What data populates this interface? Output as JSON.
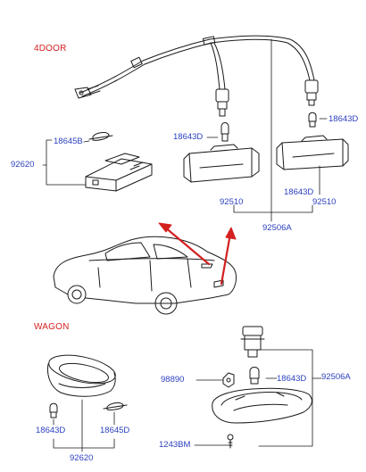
{
  "sections": {
    "four_door": "4DOOR",
    "wagon": "WAGON"
  },
  "callouts": {
    "top_18645B": "18645B",
    "top_92620": "92620",
    "top_18643D_left": "18643D",
    "top_18643D_right": "18643D",
    "top_18643D_mid": "18643D",
    "top_92510_left": "92510",
    "top_92510_right": "92510",
    "top_92506A": "92506A",
    "w_98890": "98890",
    "w_18643D_right": "18643D",
    "w_92506A": "92506A",
    "w_18643D_left": "18643D",
    "w_18645D": "18645D",
    "w_92620": "92620",
    "w_1243BM": "1243BM"
  },
  "colors": {
    "line": "#1a1a1a",
    "label": "#2b3fbf",
    "section": "#d42020",
    "arrow": "#d42020"
  }
}
